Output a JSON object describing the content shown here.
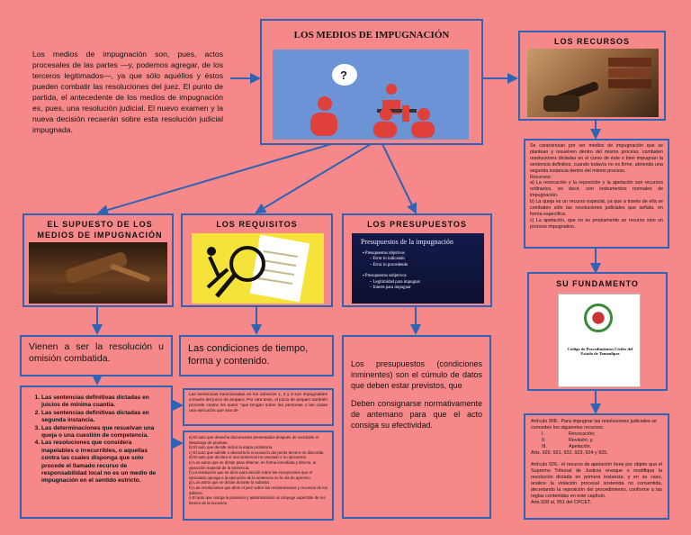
{
  "main": {
    "title": "LOS MEDIOS DE IMPUGNACIÓN",
    "intro": "Los medios de impugnación son, pues, actos procesales de las partes —y, podemos agregar, de los terceros legitimados—, ya que sólo aquéllos y éstos pueden combatir las resoluciones del juez. El punto de partida, el antecedente de los medios de impugnación es, pues, una resolución judicial. El nuevo examen y la nueva decisión recaerán sobre esta resolución judicial impugnada.",
    "question_mark": "?"
  },
  "recursos": {
    "title": "LOS RECURSOS",
    "description": "Se caracterizan por ser medios de impugnación que se plantean y resuelven dentro del mismo proceso; combaten resoluciones dictadas en el curso de éste o bien impugnan la sentencia definitiva, cuando todavía no es firme, abriendo una segunda instancia dentro del mismo proceso.\nRecursos:\na) La revocación y la reposición y la apelación son recursos ordinarios, es decir, son instrumentos normales de impugnación.\nb) La queja es un recurso especial, ya que a través de ella se combaten sólo las resoluciones judiciales que señala, en forma específica.\nc) La apelación, que no es propiamente un recurso sino un proceso impugnativo."
  },
  "fundamento": {
    "title": "SU FUNDAMENTO",
    "doc_title": "Código de Procedimientos Civiles del Estado de Tamaulipas",
    "art_intro": "Artículo 908.- Para impugnar las resoluciones judiciales se conceden los siguientes recursos:",
    "items": [
      {
        "num": "I.",
        "text": "Revocación;"
      },
      {
        "num": "II.",
        "text": "Revisión; y,"
      },
      {
        "num": "III.",
        "text": "Apelación."
      }
    ],
    "arts_ref": "Arts. 920, 921, 922, 923, 924 y 925.",
    "art_926": "Artículo 926.- el recurso de apelación tiene por objeto que el Supremo Tribunal de Justicia revoque o modifique la resolución dictada en primera instancia; y en su caso, analice la violación procesal sostenida no consentida, decretando la reposición del procedimiento, conforme a las reglas contenidas en este capítulo.",
    "arts_ref2": "Arts.928 al, 951 del CPCET."
  },
  "supuesto": {
    "title": "EL SUPUESTO DE LOS MEDIOS DE IMPUGNACIÓN",
    "text": "Vienen a ser la resolución u omisión combatida.",
    "list": [
      "Las sentencias definitivas dictadas en juicios de mínima cuantía.",
      "Las sentencias definitivas dictadas en segunda instancia.",
      "Las determinaciones que resuelvan una queja o una cuestión de competencia.",
      "Las resoluciones que considera inapelables o irrecurribles, o aquellas contra las cuales disponga que solo procede el llamado recurso de responsabilidad local no es un medio de impugnación en el sentido estricto."
    ]
  },
  "requisitos": {
    "title": "LOS REQUISITOS",
    "text": "Las condiciones de tiempo, forma y contenido.",
    "note": "Las sentencias mencionadas en los números 1, 2 y 3 son impugnables a través del juicio de amparo. Por otra tesis, el juicio de amparo también procede contra los autos \"que tengan sobre las personas o las cosas una ejecución que sea de",
    "detail": "a) El auto que desecha documentos presentados después de concluido el desahogo de pruebas.\nb) El auto que decide incluir la etapa probatoria.\nc) El auto que admite o desecha la recusación del perito tercero en discordia.\nd) El auto que declara si una sentencia ha causado o no ejecutoria.\ne) Los autos que se dictan para obtener, en forma inmediata y directa, la ejecución material de la sentencia.\nf) La resolución que se dicte para decidir sobre las excepciones que el ejecutado oponga a la ejecución de la sentencia en la vía de apremio.\ng) Los autos que se dictan durante la subasta.\nh) Las resoluciones que dicte el juez sobre las reclamaciones y recursos de los árbitros.\ni) El auto que otorga la posesión y administración al cónyuge supérstite de los bienes de la sucesión."
  },
  "presupuestos": {
    "title": "LOS PRESUPUESTOS",
    "slide_title": "Presupuestos de la impugnación",
    "slide_items": [
      "Presupuestos objetivos",
      "Error in iudicando",
      "Error in procedendo",
      "Presupuestos subjetivos",
      "Legitimidad para impugnar",
      "Interés para impugnar"
    ],
    "text1": "Los presupuestos (condiciones inminentes) son el cúmulo de datos que deben estar previstos, que",
    "text2": "Deben consignarse normativamente de antemano para que el acto consiga su efectividad."
  },
  "colors": {
    "background": "#f7888a",
    "border": "#2f63b5",
    "accent_red": "#e0403a"
  }
}
